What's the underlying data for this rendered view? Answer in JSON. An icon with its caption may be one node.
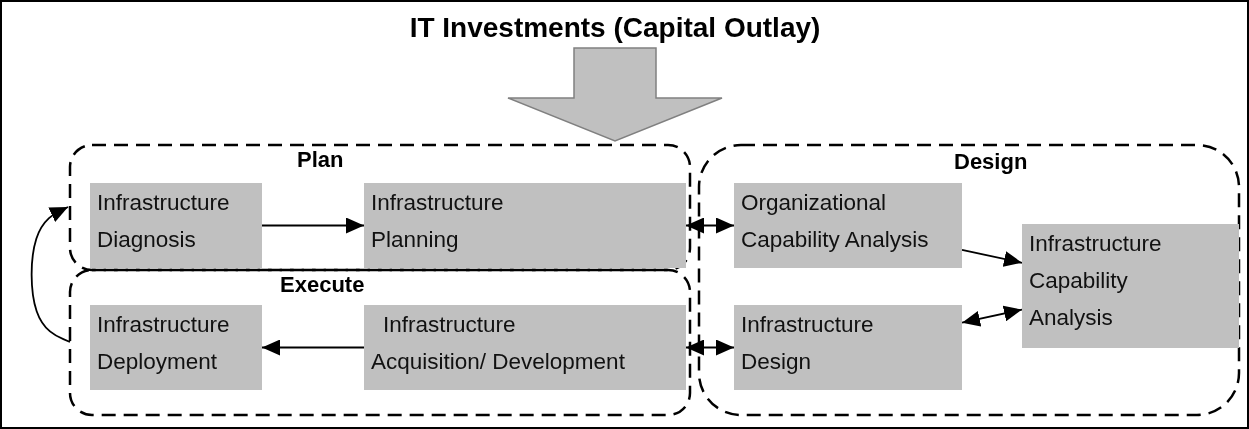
{
  "diagram": {
    "nodes": [
      {
        "text": [
          "IT Investments (Capital Outlay)"
        ]
      },
      {
        "text": [
          "Plan"
        ]
      },
      {
        "text": [
          "Infrastructure Diagnosis"
        ],
        "in": 1
      },
      {
        "text": [
          "Infrastructure Planning"
        ],
        "in": 1
      },
      {
        "text": [
          "Execute"
        ]
      },
      {
        "text": [
          "Infrastructure Deployment"
        ],
        "in": 4
      },
      {
        "text": [
          "Infrastructure Acquisition/ Development"
        ],
        "in": 4
      },
      {
        "text": [
          "Design"
        ]
      },
      {
        "text": [
          "Organizational Capability Analysis"
        ],
        "in": 7
      },
      {
        "text": [
          "Infrastructure Capability Analysis"
        ],
        "in": 7
      },
      {
        "text": [
          "Infrastructure Design"
        ],
        "in": 7
      }
    ],
    "edges": [
      {
        "from": 0,
        "to": null,
        "arrow": "to",
        "style": "thick"
      },
      {
        "from": 2,
        "to": 3,
        "arrow": "to"
      },
      {
        "from": 3,
        "to": 8,
        "arrow": "both"
      },
      {
        "from": 8,
        "to": 9,
        "arrow": "to"
      },
      {
        "from": 9,
        "to": 10,
        "arrow": "both"
      },
      {
        "from": 10,
        "to": 6,
        "arrow": "both"
      },
      {
        "from": 6,
        "to": 5,
        "arrow": "to"
      },
      {
        "from": 4,
        "to": 1,
        "arrow": "to"
      }
    ]
  }
}
